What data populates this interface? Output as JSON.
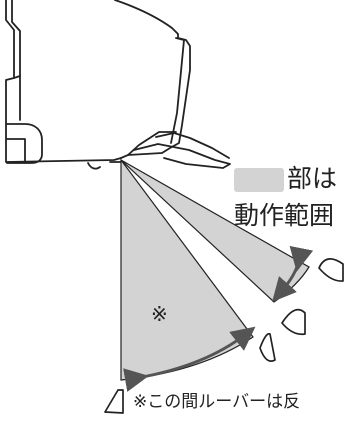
{
  "legend": {
    "line1": "部は",
    "line2": "動作範囲",
    "swatch_color": "#d3d3d3"
  },
  "range_marker": "※",
  "footnote": "※この間ルーバーは反",
  "colors": {
    "line": "#222222",
    "fill": "#d3d3d3",
    "arrow": "#555555"
  }
}
